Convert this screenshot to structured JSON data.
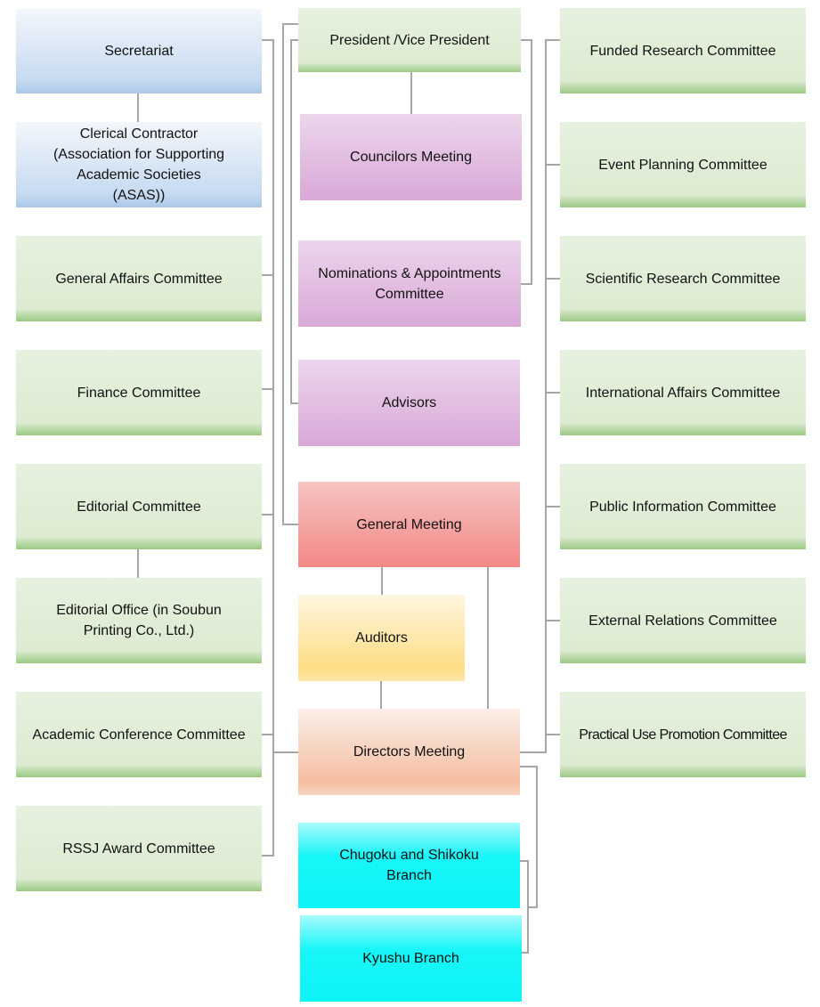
{
  "left": [
    {
      "label": "Secretariat"
    },
    {
      "label": "Clerical Contractor (Association for Supporting Academic Societies  (ASAS))"
    },
    {
      "label": "General Affairs Committee"
    },
    {
      "label": "Finance Committee"
    },
    {
      "label": "Editorial Committee"
    },
    {
      "label": "Editorial Office (in Soubun Printing Co., Ltd.)"
    },
    {
      "label": "Academic Conference Committee"
    },
    {
      "label": "RSSJ Award Committee"
    }
  ],
  "center": [
    {
      "label": "President /Vice President"
    },
    {
      "label": "Councilors Meeting"
    },
    {
      "label": "Nominations & Appointments  Committee"
    },
    {
      "label": "Advisors"
    },
    {
      "label": "General Meeting"
    },
    {
      "label": "Auditors"
    },
    {
      "label": "Directors Meeting"
    },
    {
      "label": "Chugoku and Shikoku Branch"
    },
    {
      "label": "Kyushu Branch"
    }
  ],
  "right": [
    {
      "label": "Funded Research Committee"
    },
    {
      "label": "Event Planning Committee"
    },
    {
      "label": "Scientific Research Committee"
    },
    {
      "label": "International Affairs Committee"
    },
    {
      "label": "Public Information Committee"
    },
    {
      "label": "External Relations Committee"
    },
    {
      "label": "Practical Use Promotion Committee"
    }
  ],
  "colors": {
    "connector": "#a6a6a6",
    "committee": "#dcebd2",
    "secretariat": "#c6daf0",
    "council": "#d9a8d7",
    "general": "#f38886",
    "auditors": "#fddd84",
    "directors": "#f4bea0",
    "branch": "#0ff4f7"
  }
}
